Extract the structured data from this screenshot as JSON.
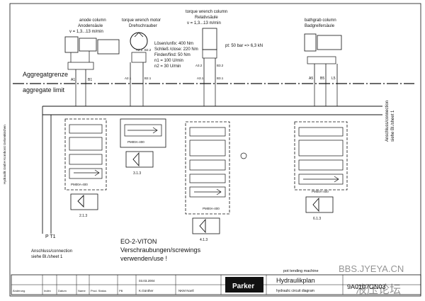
{
  "header": {
    "anode": {
      "title": "anode column",
      "sub": "Anodensäule",
      "speed": "v = 1,3...13 m/min",
      "ports": [
        "A1",
        "B1"
      ]
    },
    "motor": {
      "title": "torque wrench motor",
      "sub": "Drehschrauber",
      "ports": [
        "A2.2",
        "B2.2",
        "A2.1",
        "B2.1"
      ]
    },
    "wrench": {
      "title": "torque wrench column",
      "sub": "Relativsäule",
      "speed": "v = 1,3...13 m/min",
      "ports": [
        "A3.2",
        "B3.2",
        "A3.1",
        "B3.1"
      ]
    },
    "bathgrab": {
      "title": "bathgrab column",
      "sub": "Badgreifersäule",
      "ports": [
        "A5",
        "B5",
        "L5"
      ]
    },
    "specs": [
      "Lösen/unfix: 400 Nm",
      "Schließ /close: 220 Nm",
      "Finden/find: 50 Nm",
      "n1 = 100 U/min",
      "n2 = 30 U/min"
    ],
    "pressure": "pt: 50 bar => 6,3 kN"
  },
  "boundary": {
    "de": "Aggregatgrenze",
    "en": "aggregate limit"
  },
  "valves": [
    {
      "label": "PM00A-400",
      "sheet": "2.1.3"
    },
    {
      "label": "PM00A-400",
      "sheet": "3.1.3"
    },
    {
      "label": "PM00A-400",
      "sheet": "4.1.3"
    },
    {
      "label": "PM00A-400",
      "sheet": "6.1.3"
    }
  ],
  "connection_left": {
    "ports": "P T1",
    "text1": "Anschluss/connection",
    "text2": "siehe Bl./sheet 1"
  },
  "connection_right": {
    "text1": "Anschluss/connection",
    "text2": "siehe Bl./sheet 1"
  },
  "note": {
    "line1": "EO-2-VITON",
    "line2": "Verschraubungen/screwings",
    "line3": "verwenden/use !"
  },
  "side_label": "Hydraulik GmbH Kornhorst Gelsenkirchen",
  "watermark": {
    "site": "BBS.JYEYA.CN",
    "chinese": "液压论坛"
  },
  "title_block": {
    "project": "pot tending machine",
    "drawing_de": "Hydraulikplan",
    "drawing_en": "hydraulic circuit diagram",
    "number": "9A0107GN03",
    "date": "03.03.2004",
    "author": "K.Günther",
    "customer": "NKM Noell",
    "brand": "Parker",
    "row_labels": [
      "Änderung",
      "Index",
      "Datum",
      "Name",
      "Prod. Status",
      "PB"
    ]
  }
}
